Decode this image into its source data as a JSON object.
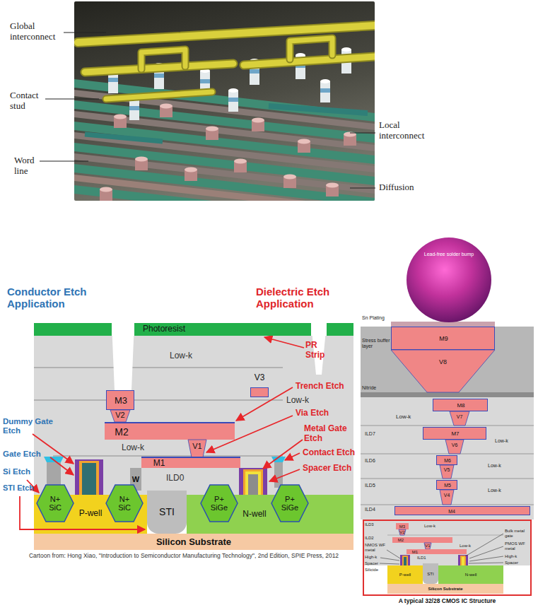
{
  "diagram": {
    "caption": "Cartoon from: Hong Xiao, \"Introduction to Semiconductor Manufacturing Technology\", 2nd Edition, SPIE Press, 2012",
    "nodes": [
      {
        "text": [
          "Photoresist"
        ]
      },
      {
        "text": [
          "V3"
        ]
      },
      {
        "text": [
          "M3"
        ]
      },
      {
        "text": [
          "V2"
        ]
      },
      {
        "text": [
          "M2"
        ]
      },
      {
        "text": [
          "V1"
        ]
      },
      {
        "text": [
          "M1"
        ]
      },
      {
        "text": [
          "W"
        ]
      },
      {
        "text": [
          "P-well"
        ]
      },
      {
        "text": [
          "N+ SiC"
        ],
        "in": 8
      },
      {
        "text": [
          "N+ SiC"
        ],
        "in": 8
      },
      {
        "text": [
          "STI"
        ]
      },
      {
        "text": [
          "N-well"
        ]
      },
      {
        "text": [
          "P+ SiGe"
        ],
        "in": 12
      },
      {
        "text": [
          "P+ SiGe"
        ],
        "in": 12
      },
      {
        "text": [
          "Silicon Substrate"
        ]
      },
      {
        "text": [
          "Lead-free solder bump"
        ]
      },
      {
        "text": [
          "M9"
        ]
      },
      {
        "text": [
          "V8"
        ]
      },
      {
        "text": [
          "M8"
        ]
      },
      {
        "text": [
          "V7"
        ]
      },
      {
        "text": [
          "M7"
        ]
      },
      {
        "text": [
          "V6"
        ]
      },
      {
        "text": [
          "M6"
        ]
      },
      {
        "text": [
          "V5"
        ]
      },
      {
        "text": [
          "M5"
        ]
      },
      {
        "text": [
          "V4"
        ]
      },
      {
        "text": [
          "M4"
        ]
      },
      {
        "text": [
          "A typical 32/28 CMOS IC Structure"
        ]
      },
      {
        "text": [
          "M3"
        ],
        "in": 28
      },
      {
        "text": [
          "V2"
        ],
        "in": 28
      },
      {
        "text": [
          "M2"
        ],
        "in": 28
      },
      {
        "text": [
          "V1"
        ],
        "in": 28
      },
      {
        "text": [
          "M1"
        ],
        "in": 28
      },
      {
        "text": [
          "P-well"
        ],
        "in": 28
      },
      {
        "text": [
          "STI"
        ],
        "in": 28
      },
      {
        "text": [
          "N-well"
        ],
        "in": 28
      },
      {
        "text": [
          "Silicon Substrate"
        ],
        "in": 28
      }
    ],
    "labels": [
      "Global interconnect",
      "Contact stud",
      "Word line",
      "Local interconnect",
      "Diffusion",
      "Conductor Etch Application",
      "Dielectric Etch Application",
      "Low-k",
      "PR Strip",
      "Trench Etch",
      "Low-k",
      "Via Etch",
      "Dummy Gate Etch",
      "Low-k",
      "Metal Gate Etch",
      "ILD0",
      "Contact Etch",
      "Gate Etch",
      "Spacer Etch",
      "Si Etch",
      "STI Etch",
      "Sn Plating",
      "Stress buffer layer",
      "Nitride",
      "Low-k",
      "ILD7",
      "Low-k",
      "ILD6",
      "Low-k",
      "ILD5",
      "Low-k",
      "ILD4",
      "ILD3",
      "Low-k",
      "ILD2",
      "Low-k",
      "NMOS WF metal",
      "High-k",
      "ILD1",
      "Spacer",
      "Silicide",
      "Bulk metal gate",
      "PMOS WF metal",
      "High-k",
      "Spacer"
    ]
  }
}
